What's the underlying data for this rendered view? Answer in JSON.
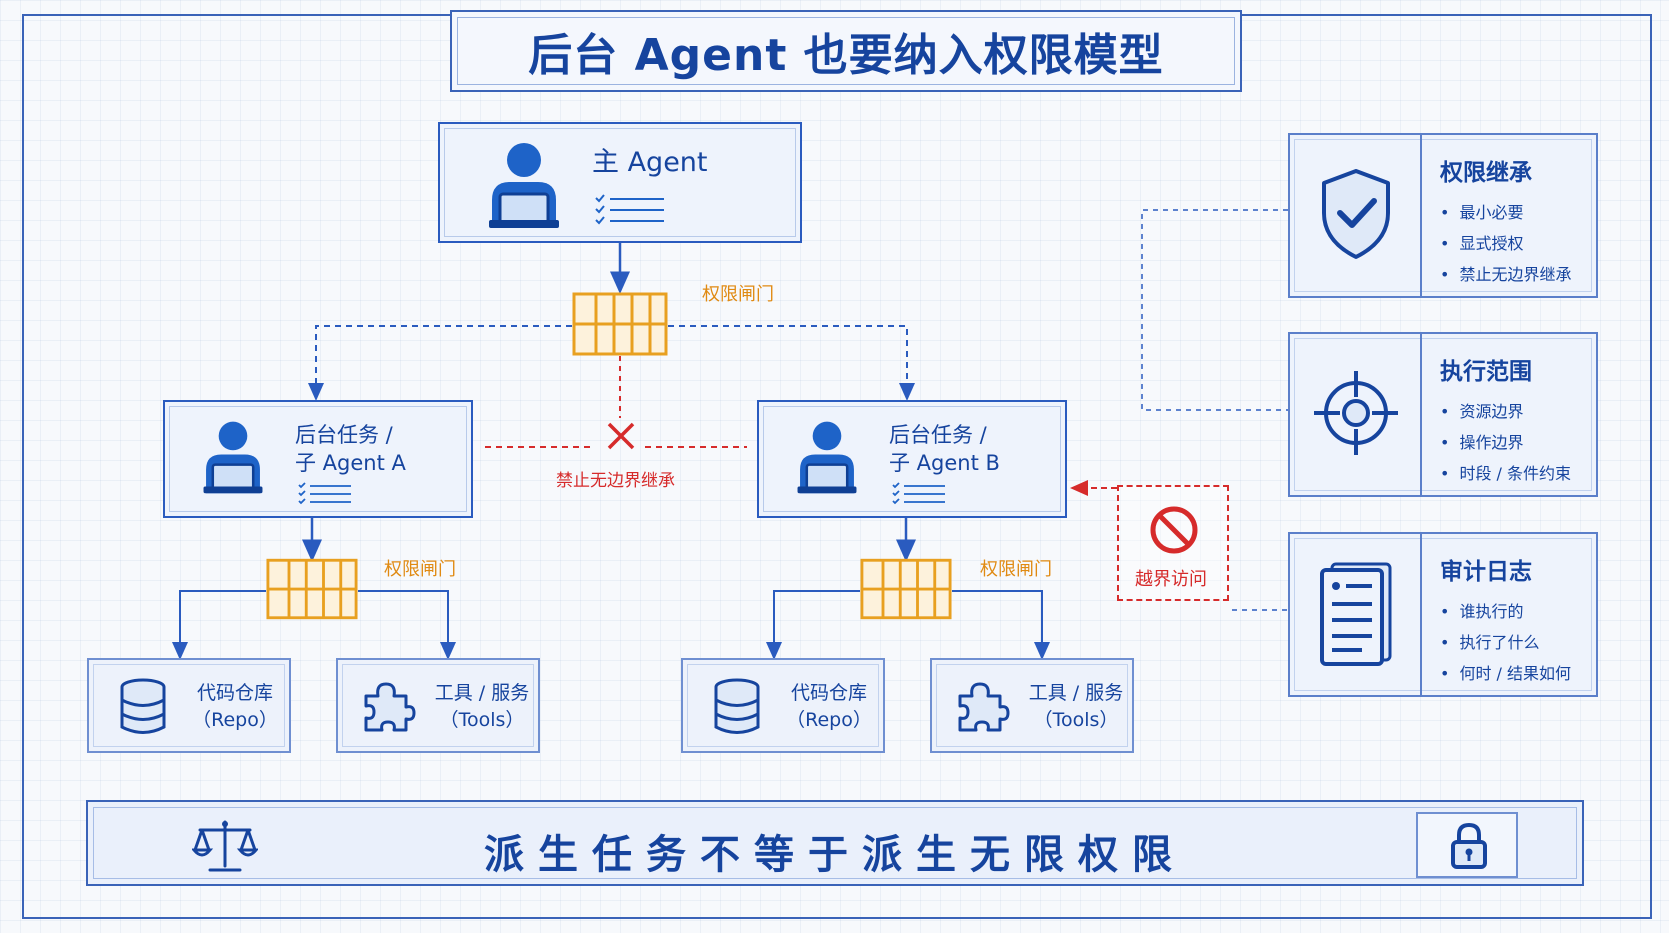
{
  "title": "后台 Agent 也要纳入权限模型",
  "main_agent": {
    "label": "主 Agent"
  },
  "sub_agents": [
    {
      "line1": "后台任务 /",
      "line2": "子 Agent A"
    },
    {
      "line1": "后台任务 /",
      "line2": "子 Agent B"
    }
  ],
  "gate_label": "权限闸门",
  "deny_label": "禁止无边界继承",
  "violation_label": "越界访问",
  "resources": {
    "repo": {
      "line1": "代码仓库",
      "line2": "（Repo）"
    },
    "tools": {
      "line1": "工具 / 服务",
      "line2": "（Tools）"
    }
  },
  "panels": [
    {
      "title": "权限继承",
      "icon": "shield-check-icon",
      "items": [
        "最小必要",
        "显式授权",
        "禁止无边界继承"
      ]
    },
    {
      "title": "执行范围",
      "icon": "crosshair-icon",
      "items": [
        "资源边界",
        "操作边界",
        "时段 / 条件约束"
      ]
    },
    {
      "title": "审计日志",
      "icon": "document-log-icon",
      "items": [
        "谁执行的",
        "执行了什么",
        "何时 / 结果如何"
      ]
    }
  ],
  "slogan": "派生任务不等于派生无限权限",
  "colors": {
    "primary": "#16449e",
    "border": "#2a5bbf",
    "gate": "#e8a020",
    "deny": "#d62b2b"
  }
}
